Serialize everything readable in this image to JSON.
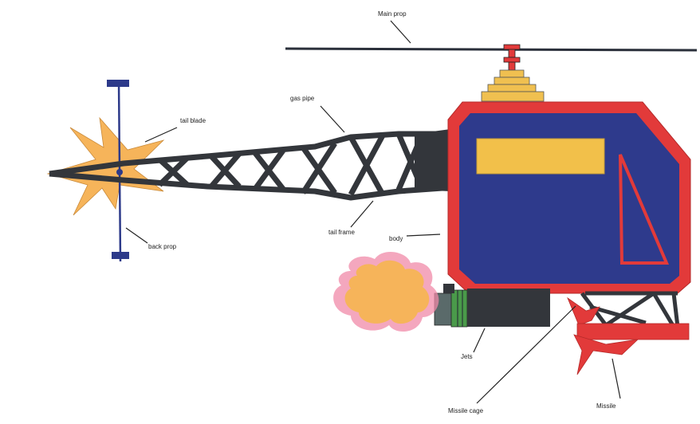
{
  "labels": {
    "main_prop": "Main prop",
    "gas_pipe": "gas pipe",
    "tail_blade": "tail blade",
    "back_prop": "back prop",
    "tail_frame": "tail frame",
    "body": "body",
    "jets": "Jets",
    "missile_cage": "Missile cage",
    "missile": "Missile"
  },
  "colors": {
    "body_outline": "#e23a3a",
    "body_fill": "#2e3a8c",
    "window": "#f2c04a",
    "frame": "#33363b",
    "flame": "#f6b45a",
    "flame_glow": "#f08aa8",
    "prop_line": "#2a2f3a",
    "hub": "#f0c050",
    "back_prop": "#2d3a8a",
    "jet_stripe": "#4a9a4a",
    "missile": "#e23a3a"
  }
}
